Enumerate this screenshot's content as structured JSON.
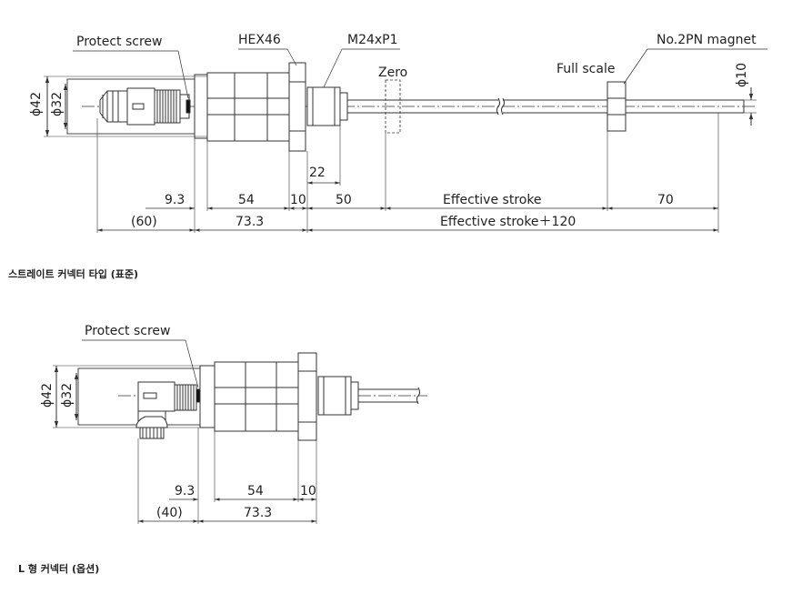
{
  "figure1": {
    "labels": {
      "protect_screw": "Protect screw",
      "hex": "HEX46",
      "thread": "M24xP1",
      "zero": "Zero",
      "full_scale": "Full scale",
      "magnet": "No.2PN magnet",
      "phi42": "ϕ42",
      "phi32": "ϕ32",
      "phi10": "ϕ10"
    },
    "dims": {
      "d22": "22",
      "d9_3": "9.3",
      "d54": "54",
      "d10": "10",
      "d50": "50",
      "effective_stroke": "Effective stroke",
      "d70": "70",
      "d60": "(60)",
      "d73_3": "73.3",
      "effective_stroke_120": "Effective stroke＋120"
    },
    "caption": "스트레이트 커넥터 타입 (표준)"
  },
  "figure2": {
    "labels": {
      "protect_screw": "Protect screw",
      "phi42": "ϕ42",
      "phi32": "ϕ32"
    },
    "dims": {
      "d9_3": "9.3",
      "d54": "54",
      "d10": "10",
      "d40": "(40)",
      "d73_3": "73.3"
    },
    "caption": "L 형 커넥터 (옵션)"
  }
}
